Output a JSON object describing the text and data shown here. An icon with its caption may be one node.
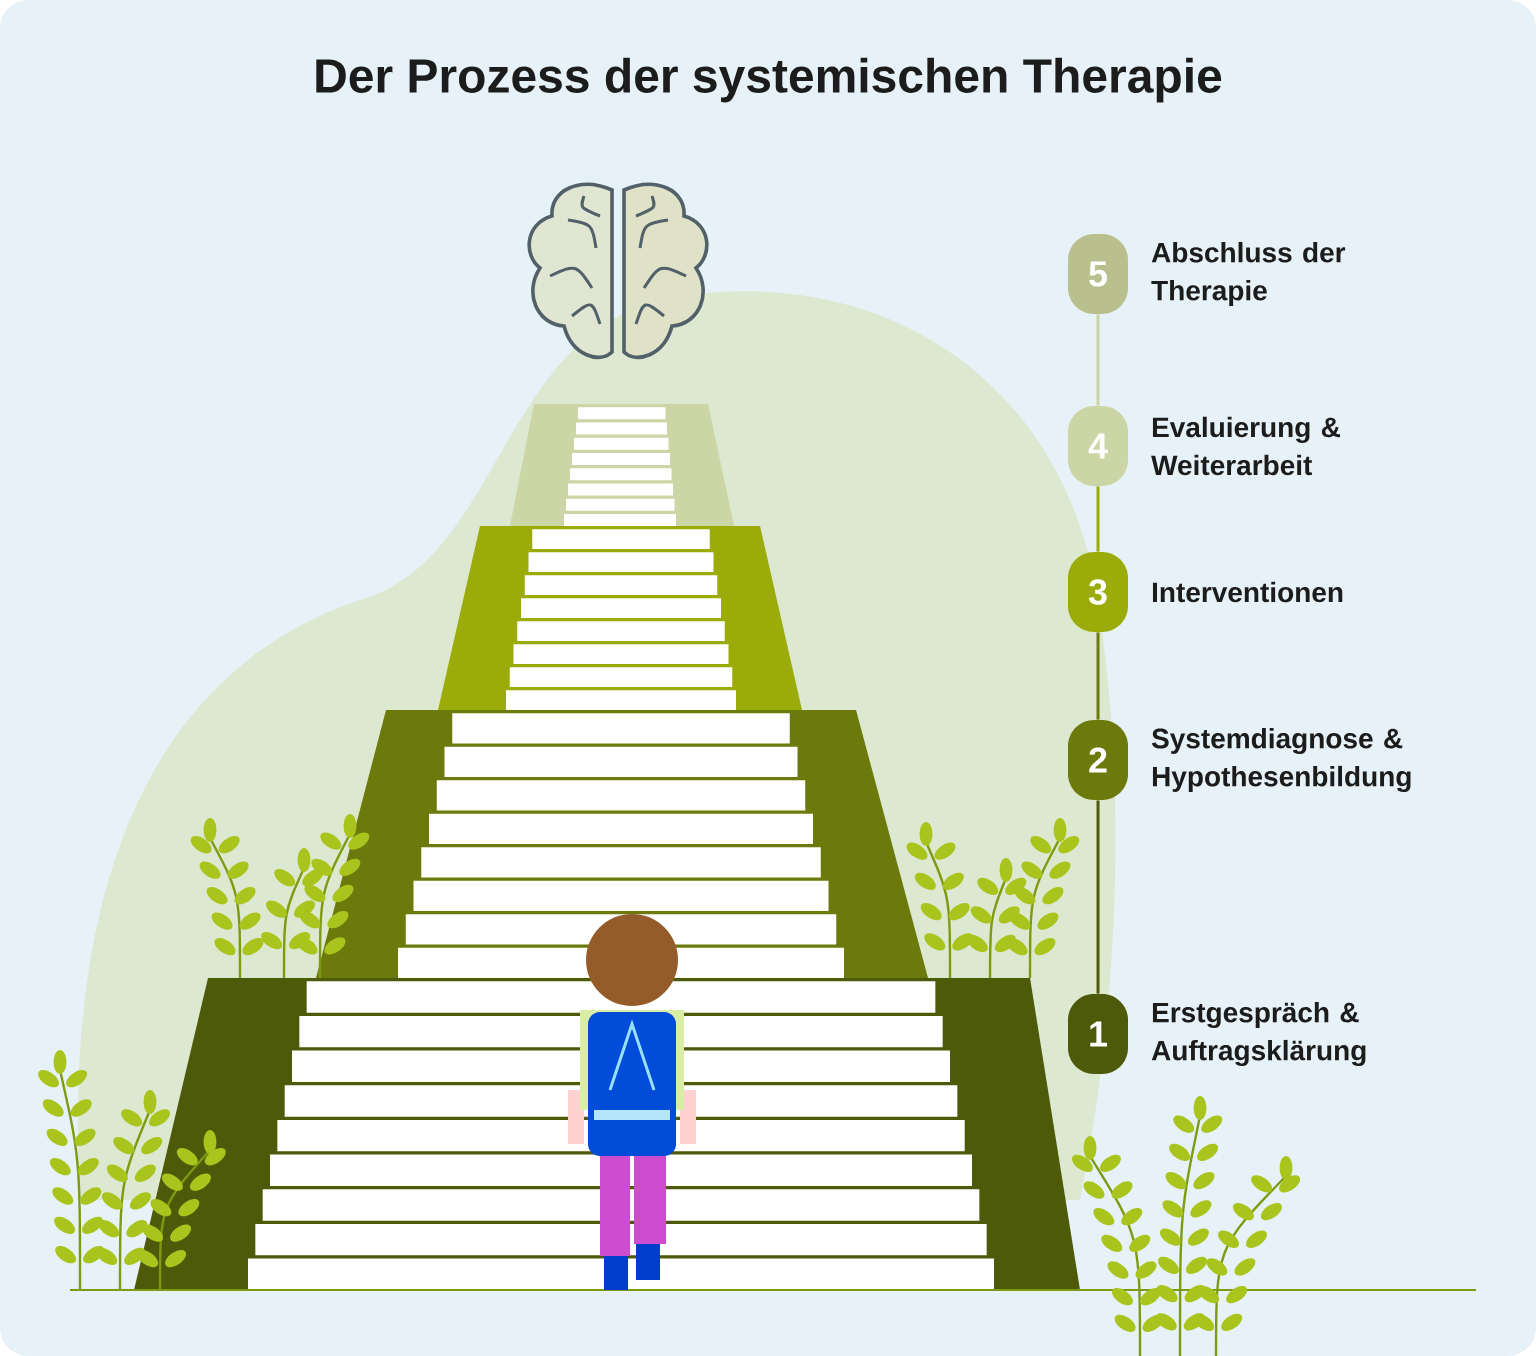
{
  "diagram": {
    "title": "Der Prozess der systemischen Therapie",
    "nodes": [
      {
        "text": [
          "5"
        ],
        "beside": [
          "Abschluss der Therapie"
        ]
      },
      {
        "text": [
          "4"
        ],
        "beside": [
          "Evaluierung & Weiterarbeit"
        ]
      },
      {
        "text": [
          "3"
        ],
        "beside": [
          "Interventionen"
        ]
      },
      {
        "text": [
          "2"
        ],
        "beside": [
          "Systemdiagnose & Hypothesenbildung"
        ]
      },
      {
        "text": [
          "1"
        ],
        "beside": [
          "Erstgespräch & Auftragsklärung"
        ]
      }
    ],
    "edges": [
      {
        "from": 0,
        "to": 1,
        "arrow": "none",
        "color": "#ccd5a5"
      },
      {
        "from": 1,
        "to": 2,
        "arrow": "none",
        "color": "#9aab0a"
      },
      {
        "from": 2,
        "to": 3,
        "arrow": "none",
        "color": "#6b7a0b"
      },
      {
        "from": 3,
        "to": 4,
        "arrow": "none",
        "color": "#4d5a0a"
      }
    ]
  }
}
